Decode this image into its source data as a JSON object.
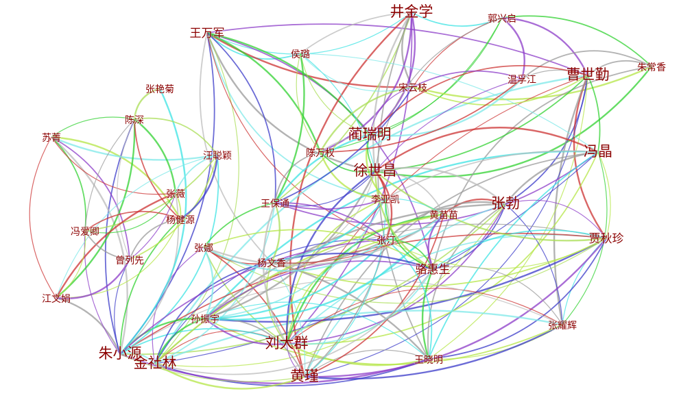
{
  "graph": {
    "nodes": [
      {
        "id": "jjx",
        "label": "井金学",
        "prominence": "large"
      },
      {
        "id": "gxq",
        "label": "郭兴启",
        "prominence": "small"
      },
      {
        "id": "wwj",
        "label": "王万军",
        "prominence": "medium"
      },
      {
        "id": "zcx",
        "label": "朱常香",
        "prominence": "small"
      },
      {
        "id": "hl",
        "label": "侯璐",
        "prominence": "small"
      },
      {
        "id": "wfj",
        "label": "温孚江",
        "prominence": "small"
      },
      {
        "id": "csq",
        "label": "曹世勤",
        "prominence": "large"
      },
      {
        "id": "syz",
        "label": "宋云枝",
        "prominence": "small"
      },
      {
        "id": "zyj",
        "label": "张艳菊",
        "prominence": "small"
      },
      {
        "id": "cs",
        "label": "陈深",
        "prominence": "small"
      },
      {
        "id": "sj",
        "label": "苏菁",
        "prominence": "small"
      },
      {
        "id": "lrm",
        "label": "蔺瑞明",
        "prominence": "large"
      },
      {
        "id": "wcy",
        "label": "汪聪颖",
        "prominence": "small"
      },
      {
        "id": "cwq",
        "label": "陈万权",
        "prominence": "small"
      },
      {
        "id": "fj",
        "label": "冯晶",
        "prominence": "large"
      },
      {
        "id": "xsc",
        "label": "徐世昌",
        "prominence": "large"
      },
      {
        "id": "zw",
        "label": "张薇",
        "prominence": "small"
      },
      {
        "id": "wbt",
        "label": "王保通",
        "prominence": "small"
      },
      {
        "id": "lyk",
        "label": "李亚凯",
        "prominence": "small"
      },
      {
        "id": "zb",
        "label": "张勃",
        "prominence": "large"
      },
      {
        "id": "hmm",
        "label": "黄苗苗",
        "prominence": "small"
      },
      {
        "id": "yjy",
        "label": "杨健源",
        "prominence": "small"
      },
      {
        "id": "fas",
        "label": "冯爱卿",
        "prominence": "small"
      },
      {
        "id": "zlx",
        "label": "曾列先",
        "prominence": "small"
      },
      {
        "id": "zn",
        "label": "张娜",
        "prominence": "small"
      },
      {
        "id": "zt",
        "label": "张汀",
        "prominence": "small"
      },
      {
        "id": "jqz",
        "label": "贾秋珍",
        "prominence": "medium"
      },
      {
        "id": "ywx",
        "label": "杨文香",
        "prominence": "small"
      },
      {
        "id": "lhs",
        "label": "骆惠生",
        "prominence": "medium"
      },
      {
        "id": "jwj",
        "label": "江文娟",
        "prominence": "small"
      },
      {
        "id": "szy",
        "label": "孙振宇",
        "prominence": "small"
      },
      {
        "id": "zyh",
        "label": "张耀辉",
        "prominence": "small"
      },
      {
        "id": "ldq",
        "label": "刘大群",
        "prominence": "large"
      },
      {
        "id": "zxy",
        "label": "朱小源",
        "prominence": "large"
      },
      {
        "id": "jsl",
        "label": "金社林",
        "prominence": "large"
      },
      {
        "id": "wxm",
        "label": "王晓明",
        "prominence": "small"
      },
      {
        "id": "hj",
        "label": "黄瑾",
        "prominence": "large"
      }
    ],
    "edge_colors": [
      "#32d232",
      "#3ce3e3",
      "#3a3ac8",
      "#999999",
      "#b4e646",
      "#7ee8e8",
      "#8c3cc8",
      "#cc3333",
      "#aadd55",
      "#bbbbbb"
    ],
    "edges": [
      [
        "wwj",
        "jjx"
      ],
      [
        "wwj",
        "hl"
      ],
      [
        "wwj",
        "syz"
      ],
      [
        "wwj",
        "xsc"
      ],
      [
        "wwj",
        "lyk"
      ],
      [
        "wwj",
        "lhs"
      ],
      [
        "wwj",
        "zxy"
      ],
      [
        "wwj",
        "jsl"
      ],
      [
        "wwj",
        "csq"
      ],
      [
        "wwj",
        "lrm"
      ],
      [
        "wwj",
        "cwq"
      ],
      [
        "wwj",
        "wbt"
      ],
      [
        "wwj",
        "ywx"
      ],
      [
        "wwj",
        "zt"
      ],
      [
        "jjx",
        "hl"
      ],
      [
        "jjx",
        "syz"
      ],
      [
        "jjx",
        "lrm"
      ],
      [
        "jjx",
        "cwq"
      ],
      [
        "jjx",
        "wbt"
      ],
      [
        "jjx",
        "xsc"
      ],
      [
        "jjx",
        "gxq"
      ],
      [
        "jjx",
        "ldq"
      ],
      [
        "jjx",
        "wxm"
      ],
      [
        "jjx",
        "hj"
      ],
      [
        "gxq",
        "syz"
      ],
      [
        "gxq",
        "wfj"
      ],
      [
        "gxq",
        "zcx"
      ],
      [
        "gxq",
        "csq"
      ],
      [
        "gxq",
        "cwq"
      ],
      [
        "gxq",
        "xsc"
      ],
      [
        "gxq",
        "lrm"
      ],
      [
        "zcx",
        "csq"
      ],
      [
        "zcx",
        "wfj"
      ],
      [
        "zcx",
        "syz"
      ],
      [
        "zcx",
        "xsc"
      ],
      [
        "zcx",
        "lhs"
      ],
      [
        "csq",
        "fj"
      ],
      [
        "csq",
        "zb"
      ],
      [
        "csq",
        "jqz"
      ],
      [
        "csq",
        "xsc"
      ],
      [
        "csq",
        "wfj"
      ],
      [
        "csq",
        "zyh"
      ],
      [
        "csq",
        "hj"
      ],
      [
        "csq",
        "jsl"
      ],
      [
        "csq",
        "ldq"
      ],
      [
        "csq",
        "syz"
      ],
      [
        "csq",
        "wxm"
      ],
      [
        "csq",
        "lrm"
      ],
      [
        "fj",
        "zb"
      ],
      [
        "fj",
        "jqz"
      ],
      [
        "fj",
        "xsc"
      ],
      [
        "fj",
        "wbt"
      ],
      [
        "fj",
        "ldq"
      ],
      [
        "fj",
        "hj"
      ],
      [
        "fj",
        "jsl"
      ],
      [
        "fj",
        "szy"
      ],
      [
        "fj",
        "wxm"
      ],
      [
        "fj",
        "zyh"
      ],
      [
        "fj",
        "hl"
      ],
      [
        "fj",
        "lyk"
      ],
      [
        "zb",
        "jqz"
      ],
      [
        "zb",
        "hmm"
      ],
      [
        "zb",
        "zt"
      ],
      [
        "zb",
        "lhs"
      ],
      [
        "zb",
        "wxm"
      ],
      [
        "zb",
        "hj"
      ],
      [
        "zb",
        "ldq"
      ],
      [
        "zb",
        "szy"
      ],
      [
        "zb",
        "zxy"
      ],
      [
        "zb",
        "jsl"
      ],
      [
        "zb",
        "zyh"
      ],
      [
        "zb",
        "xsc"
      ],
      [
        "jqz",
        "zyh"
      ],
      [
        "jqz",
        "wxm"
      ],
      [
        "jqz",
        "hj"
      ],
      [
        "jqz",
        "ldq"
      ],
      [
        "jqz",
        "szy"
      ],
      [
        "jqz",
        "jsl"
      ],
      [
        "jqz",
        "zxy"
      ],
      [
        "jqz",
        "lhs"
      ],
      [
        "jqz",
        "zt"
      ],
      [
        "jqz",
        "xsc"
      ],
      [
        "jqz",
        "ywx"
      ],
      [
        "jqz",
        "zn"
      ],
      [
        "zyh",
        "wxm"
      ],
      [
        "zyh",
        "hj"
      ],
      [
        "zyh",
        "jsl"
      ],
      [
        "zyh",
        "ldq"
      ],
      [
        "zyh",
        "zxy"
      ],
      [
        "zyh",
        "szy"
      ],
      [
        "zyh",
        "lhs"
      ],
      [
        "wxm",
        "hj"
      ],
      [
        "wxm",
        "ldq"
      ],
      [
        "wxm",
        "szy"
      ],
      [
        "wxm",
        "lhs"
      ],
      [
        "wxm",
        "zt"
      ],
      [
        "wxm",
        "jsl"
      ],
      [
        "wxm",
        "zxy"
      ],
      [
        "wxm",
        "ywx"
      ],
      [
        "hj",
        "ldq"
      ],
      [
        "hj",
        "jsl"
      ],
      [
        "hj",
        "zxy"
      ],
      [
        "hj",
        "szy"
      ],
      [
        "hj",
        "zt"
      ],
      [
        "hj",
        "ywx"
      ],
      [
        "hj",
        "zn"
      ],
      [
        "hj",
        "lyk"
      ],
      [
        "hj",
        "hmm"
      ],
      [
        "ldq",
        "jsl"
      ],
      [
        "ldq",
        "szy"
      ],
      [
        "ldq",
        "zxy"
      ],
      [
        "ldq",
        "zt"
      ],
      [
        "ldq",
        "ywx"
      ],
      [
        "ldq",
        "zn"
      ],
      [
        "ldq",
        "lhs"
      ],
      [
        "ldq",
        "hmm"
      ],
      [
        "ldq",
        "lyk"
      ],
      [
        "ldq",
        "xsc"
      ],
      [
        "jsl",
        "zxy"
      ],
      [
        "jsl",
        "szy"
      ],
      [
        "jsl",
        "zt"
      ],
      [
        "jsl",
        "ywx"
      ],
      [
        "jsl",
        "zn"
      ],
      [
        "jsl",
        "lhs"
      ],
      [
        "jsl",
        "hmm"
      ],
      [
        "jsl",
        "wbt"
      ],
      [
        "zxy",
        "szy"
      ],
      [
        "zxy",
        "jwj"
      ],
      [
        "zxy",
        "zlx"
      ],
      [
        "zxy",
        "fas"
      ],
      [
        "zxy",
        "cs"
      ],
      [
        "zxy",
        "sj"
      ],
      [
        "zxy",
        "yjy"
      ],
      [
        "zxy",
        "wcy"
      ],
      [
        "zxy",
        "zw"
      ],
      [
        "zxy",
        "zyj"
      ],
      [
        "zxy",
        "zt"
      ],
      [
        "sj",
        "cs"
      ],
      [
        "sj",
        "jwj"
      ],
      [
        "sj",
        "fas"
      ],
      [
        "sj",
        "zlx"
      ],
      [
        "sj",
        "yjy"
      ],
      [
        "sj",
        "wcy"
      ],
      [
        "sj",
        "zw"
      ],
      [
        "cs",
        "jwj"
      ],
      [
        "cs",
        "fas"
      ],
      [
        "cs",
        "zlx"
      ],
      [
        "cs",
        "yjy"
      ],
      [
        "cs",
        "wcy"
      ],
      [
        "cs",
        "zw"
      ],
      [
        "cs",
        "zyj"
      ],
      [
        "wcy",
        "jwj"
      ],
      [
        "wcy",
        "fas"
      ],
      [
        "wcy",
        "zlx"
      ],
      [
        "wcy",
        "yjy"
      ],
      [
        "wcy",
        "zw"
      ],
      [
        "zw",
        "yjy"
      ],
      [
        "zw",
        "zlx"
      ],
      [
        "zw",
        "fas"
      ],
      [
        "zw",
        "jwj"
      ],
      [
        "yjy",
        "zlx"
      ],
      [
        "yjy",
        "fas"
      ],
      [
        "yjy",
        "jwj"
      ],
      [
        "fas",
        "zlx"
      ],
      [
        "fas",
        "jwj"
      ],
      [
        "zlx",
        "jwj"
      ],
      [
        "szy",
        "zt"
      ],
      [
        "szy",
        "hmm"
      ],
      [
        "szy",
        "lyk"
      ],
      [
        "szy",
        "ywx"
      ],
      [
        "szy",
        "zn"
      ],
      [
        "szy",
        "lhs"
      ],
      [
        "szy",
        "xsc"
      ],
      [
        "zn",
        "ywx"
      ],
      [
        "zn",
        "zt"
      ],
      [
        "zn",
        "hmm"
      ],
      [
        "zn",
        "lhs"
      ],
      [
        "zn",
        "wbt"
      ],
      [
        "ywx",
        "zt"
      ],
      [
        "ywx",
        "hmm"
      ],
      [
        "ywx",
        "lhs"
      ],
      [
        "ywx",
        "lyk"
      ],
      [
        "ywx",
        "xsc"
      ],
      [
        "zt",
        "hmm"
      ],
      [
        "zt",
        "lyk"
      ],
      [
        "zt",
        "lhs"
      ],
      [
        "zt",
        "xsc"
      ],
      [
        "lhs",
        "hmm"
      ],
      [
        "lhs",
        "lyk"
      ],
      [
        "lhs",
        "xsc"
      ],
      [
        "hmm",
        "lyk"
      ],
      [
        "hmm",
        "xsc"
      ],
      [
        "lyk",
        "xsc"
      ],
      [
        "lyk",
        "lrm"
      ],
      [
        "lyk",
        "cwq"
      ],
      [
        "lyk",
        "wbt"
      ],
      [
        "xsc",
        "lrm"
      ],
      [
        "xsc",
        "cwq"
      ],
      [
        "xsc",
        "wbt"
      ],
      [
        "xsc",
        "hl"
      ],
      [
        "xsc",
        "wfj"
      ],
      [
        "lrm",
        "cwq"
      ],
      [
        "lrm",
        "wbt"
      ],
      [
        "lrm",
        "hl"
      ],
      [
        "lrm",
        "syz"
      ],
      [
        "lrm",
        "wfj"
      ],
      [
        "cwq",
        "wbt"
      ],
      [
        "cwq",
        "hl"
      ],
      [
        "cwq",
        "syz"
      ],
      [
        "cwq",
        "wfj"
      ],
      [
        "hl",
        "syz"
      ],
      [
        "hl",
        "wbt"
      ],
      [
        "syz",
        "wfj"
      ],
      [
        "syz",
        "wbt"
      ],
      [
        "wbt",
        "ywx"
      ],
      [
        "wbt",
        "zt"
      ],
      [
        "wbt",
        "ldq"
      ]
    ]
  }
}
